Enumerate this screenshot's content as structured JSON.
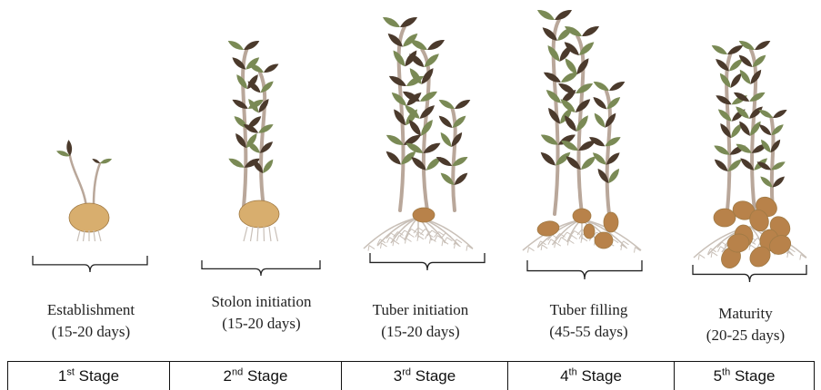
{
  "stages": [
    {
      "name": "Establishment",
      "duration": "(15-20 days)",
      "num": "1",
      "suffix": "st",
      "word": "Stage",
      "tubers": 1,
      "roots": false,
      "mother": true
    },
    {
      "name": "Stolon initiation",
      "duration": "(15-20 days)",
      "num": "2",
      "suffix": "nd",
      "word": "Stage",
      "tubers": 1,
      "roots": false,
      "mother": true
    },
    {
      "name": "Tuber initiation",
      "duration": "(15-20 days)",
      "num": "3",
      "suffix": "rd",
      "word": "Stage",
      "tubers": 1,
      "roots": true,
      "mother": false
    },
    {
      "name": "Tuber filling",
      "duration": "(45-55 days)",
      "num": "4",
      "suffix": "th",
      "word": "Stage",
      "tubers": 5,
      "roots": true,
      "mother": false
    },
    {
      "name": "Maturity",
      "duration": "(20-25 days)",
      "num": "5",
      "suffix": "th",
      "word": "Stage",
      "tubers": 11,
      "roots": true,
      "mother": false
    }
  ],
  "colors": {
    "stem": "#b9a79a",
    "leaf_dark": "#4b3a2c",
    "leaf_green": "#7a8a55",
    "tuber": "#d8ae6e",
    "tuber_brown": "#b8824a",
    "root": "#c9c0b8",
    "bracket": "#222222"
  }
}
